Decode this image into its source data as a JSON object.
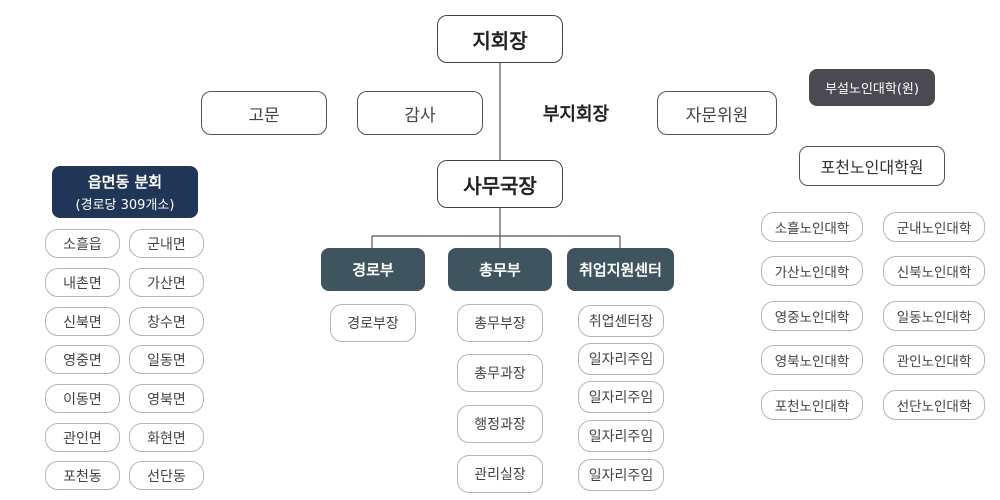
{
  "chairman": "지회장",
  "advisors": [
    "고문",
    "감사",
    "부지회장",
    "자문위원"
  ],
  "secretary_general": "사무국장",
  "departments": [
    {
      "name": "경로부",
      "sub": [
        "경로부장"
      ]
    },
    {
      "name": "총무부",
      "sub": [
        "총무부장",
        "총무과장",
        "행정과장",
        "관리실장"
      ]
    },
    {
      "name": "취업지원센터",
      "sub": [
        "취업센터장",
        "일자리주임",
        "일자리주임",
        "일자리주임",
        "일자리주임"
      ]
    }
  ],
  "branch": {
    "title": "읍면동 분회",
    "subtitle": "(경로당 309개소)",
    "items": [
      "소흘읍",
      "군내면",
      "내촌면",
      "가산면",
      "신북면",
      "창수면",
      "영중면",
      "일동면",
      "이동면",
      "영북면",
      "관인면",
      "화현면",
      "포천동",
      "선단동"
    ]
  },
  "attached_college": "부설노인대학(원)",
  "college_graduate": "포천노인대학원",
  "colleges": [
    "소흘노인대학",
    "군내노인대학",
    "가산노인대학",
    "신북노인대학",
    "영중노인대학",
    "일동노인대학",
    "영북노인대학",
    "관인노인대학",
    "포천노인대학",
    "선단노인대학"
  ]
}
